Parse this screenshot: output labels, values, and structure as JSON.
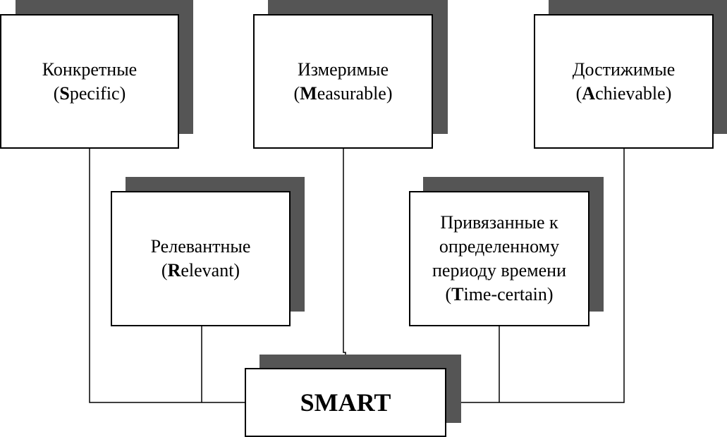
{
  "boxes": {
    "specific": {
      "lines": [
        "Конкретные"
      ],
      "open": "(",
      "initial": "S",
      "rest": "pecific",
      "close": ")"
    },
    "measurable": {
      "lines": [
        "Измеримые"
      ],
      "open": "(",
      "initial": "M",
      "rest": "easurable",
      "close": ")"
    },
    "achievable": {
      "lines": [
        "Достижимые"
      ],
      "open": "(",
      "initial": "A",
      "rest": "chievable",
      "close": ")"
    },
    "relevant": {
      "lines": [
        "Релевантные"
      ],
      "open": "(",
      "initial": "R",
      "rest": "elevant",
      "close": ")"
    },
    "time": {
      "lines": [
        "Привязанные к",
        "определенному",
        "периоду времени"
      ],
      "open": "(",
      "initial": "T",
      "rest": "ime-certain",
      "close": ")"
    }
  },
  "center": {
    "label": "SMART"
  },
  "colors": {
    "box_border": "#000000",
    "box_fill": "#ffffff",
    "shadow": "#555555",
    "connector": "#000000"
  }
}
